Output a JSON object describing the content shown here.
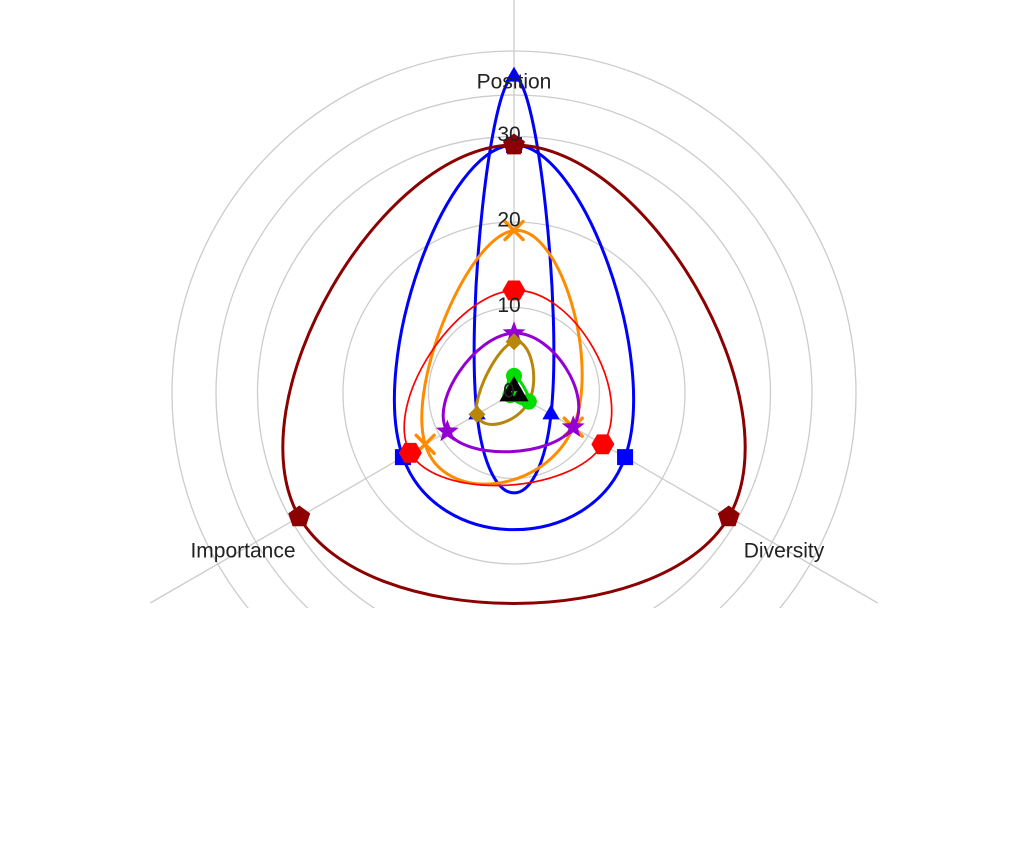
{
  "chart_data": {
    "type": "radar",
    "axes": [
      "Position",
      "Diversity",
      "Importance"
    ],
    "r_ticks": [
      0,
      10,
      20,
      30
    ],
    "r_max": 30,
    "grid": true,
    "legend": "none",
    "series": [
      {
        "color": "#0000ff",
        "marker": "triangle",
        "values": [
          37,
          5,
          5
        ]
      },
      {
        "color": "#0000ff",
        "marker": "square",
        "values": [
          29,
          15,
          15
        ]
      },
      {
        "color": "#8b0000",
        "marker": "pentagon",
        "values": [
          29,
          29,
          29
        ]
      },
      {
        "color": "#ff8c00",
        "marker": "x",
        "values": [
          19,
          8,
          12
        ]
      },
      {
        "color": "#ff0000",
        "marker": "hexagon",
        "values": [
          12,
          12,
          14
        ]
      },
      {
        "color": "#9400d3",
        "marker": "star",
        "values": [
          7,
          8,
          9
        ]
      },
      {
        "color": "#b8860b",
        "marker": "diamond",
        "values": [
          6,
          2,
          5
        ]
      },
      {
        "color": "#00dd00",
        "marker": "circle",
        "values": [
          2,
          2,
          0.5
        ]
      },
      {
        "color": "#000000",
        "marker": "triangle",
        "values": [
          0.8,
          0.8,
          0.8
        ]
      }
    ]
  }
}
